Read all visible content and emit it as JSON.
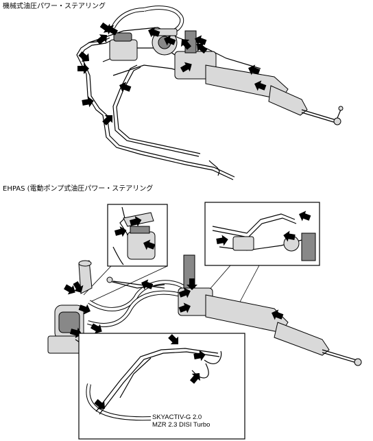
{
  "section_1": {
    "title": "機械式油圧パワー・ステアリング"
  },
  "section_2": {
    "title": "EHPAS (電動ポンプ式油圧パワー・ステアリング"
  },
  "inset_note": {
    "line1": "SKYACTIV-G 2.0",
    "line2": "MZR 2.3 DISI Turbo"
  }
}
